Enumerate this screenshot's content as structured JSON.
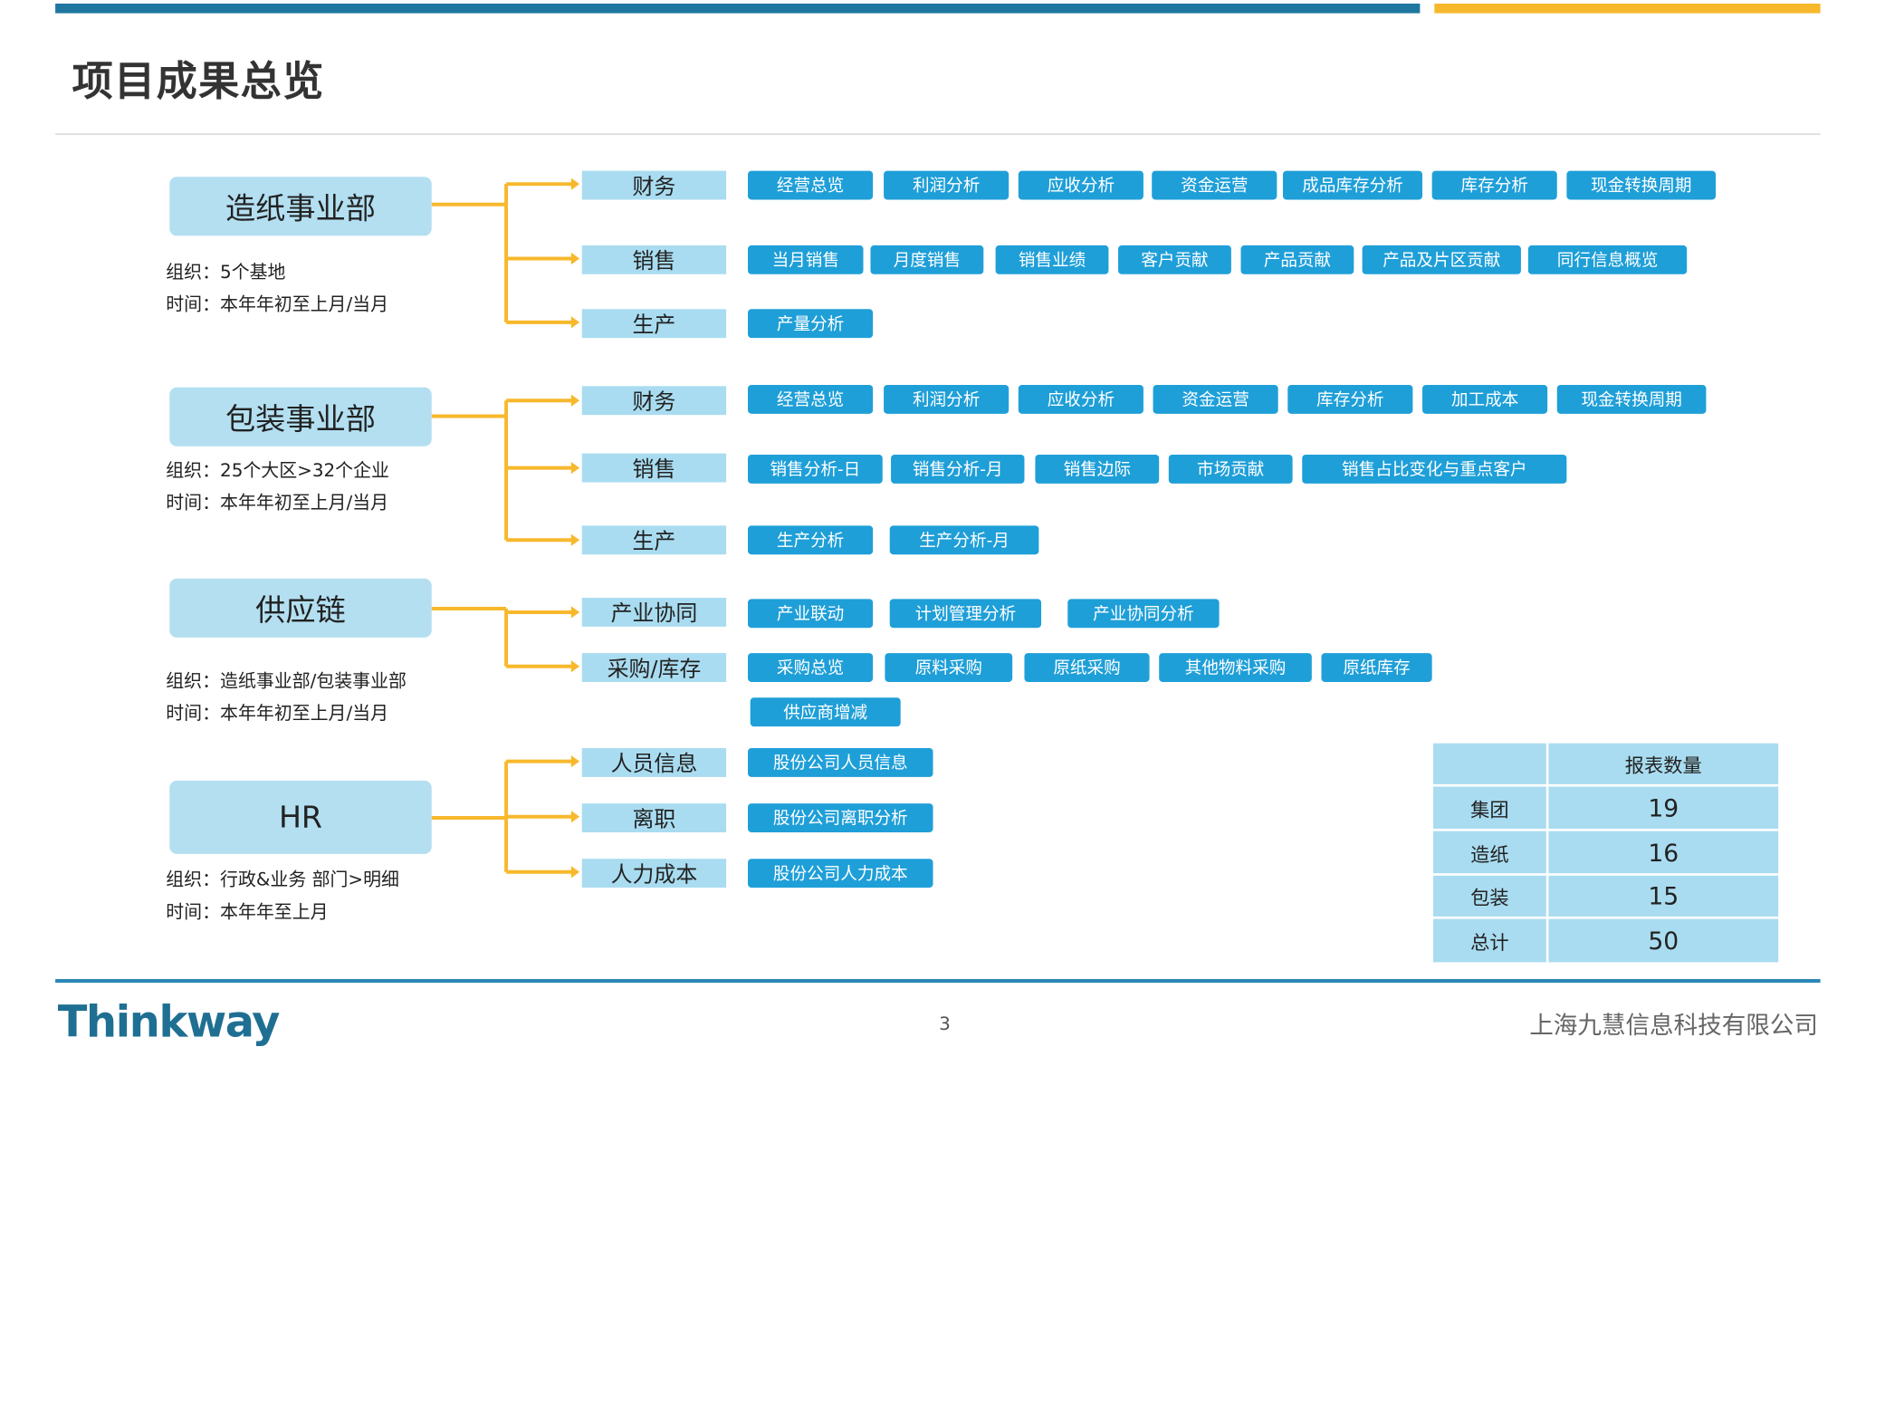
{
  "header": {
    "title": "项目成果总览"
  },
  "colors": {
    "accent_blue": "#1f77a0",
    "accent_gold": "#f7b82c",
    "dept_fill": "#b3dff1",
    "category_fill": "#a9dcf0",
    "tag_fill": "#1f9fd8",
    "connector": "#f7b82c"
  },
  "departments": [
    {
      "name": "造纸事业部",
      "org": "组织：5个基地",
      "time": "时间：本年年初至上月/当月",
      "categories": [
        {
          "name": "财务",
          "tags": [
            "经营总览",
            "利润分析",
            "应收分析",
            "资金运营",
            "成品库存分析",
            "库存分析",
            "现金转换周期"
          ]
        },
        {
          "name": "销售",
          "tags": [
            "当月销售",
            "月度销售",
            "销售业绩",
            "客户贡献",
            "产品贡献",
            "产品及片区贡献",
            "同行信息概览"
          ]
        },
        {
          "name": "生产",
          "tags": [
            "产量分析"
          ]
        }
      ]
    },
    {
      "name": "包装事业部",
      "org": "组织：25个大区>32个企业",
      "time": "时间：本年年初至上月/当月",
      "categories": [
        {
          "name": "财务",
          "tags": [
            "经营总览",
            "利润分析",
            "应收分析",
            "资金运营",
            "库存分析",
            "加工成本",
            "现金转换周期"
          ]
        },
        {
          "name": "销售",
          "tags": [
            "销售分析-日",
            "销售分析-月",
            "销售边际",
            "市场贡献",
            "销售占比变化与重点客户"
          ]
        },
        {
          "name": "生产",
          "tags": [
            "生产分析",
            "生产分析-月"
          ]
        }
      ]
    },
    {
      "name": "供应链",
      "org": "组织：造纸事业部/包装事业部",
      "time": "时间：本年年初至上月/当月",
      "categories": [
        {
          "name": "产业协同",
          "tags": [
            "产业联动",
            "计划管理分析",
            "产业协同分析"
          ]
        },
        {
          "name": "采购/库存",
          "tags": [
            "采购总览",
            "原料采购",
            "原纸采购",
            "其他物料采购",
            "原纸库存",
            "供应商增减"
          ]
        }
      ]
    },
    {
      "name": "HR",
      "org": "组织：行政&业务 部门>明细",
      "time": "时间：本年年至上月",
      "categories": [
        {
          "name": "人员信息",
          "tags": [
            "股份公司人员信息"
          ]
        },
        {
          "name": "离职",
          "tags": [
            "股份公司离职分析"
          ]
        },
        {
          "name": "人力成本",
          "tags": [
            "股份公司人力成本"
          ]
        }
      ]
    }
  ],
  "report_table": {
    "header": "报表数量",
    "rows": [
      {
        "label": "集团",
        "value": "19"
      },
      {
        "label": "造纸",
        "value": "16"
      },
      {
        "label": "包装",
        "value": "15"
      },
      {
        "label": "总计",
        "value": "50"
      }
    ]
  },
  "footer": {
    "logo": "Thinkway",
    "page_number": "3",
    "company": "上海九慧信息科技有限公司"
  }
}
